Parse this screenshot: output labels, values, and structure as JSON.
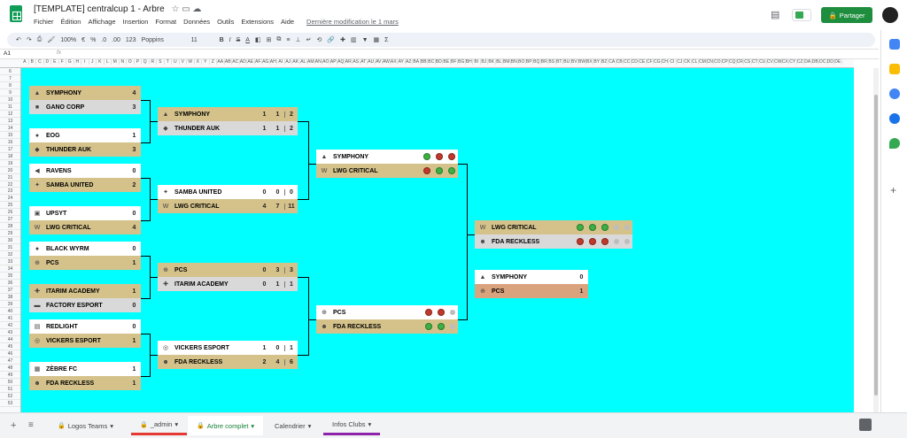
{
  "app": {
    "doc_title": "[TEMPLATE] centralcup 1 - Arbre",
    "menus": [
      "Fichier",
      "Édition",
      "Affichage",
      "Insertion",
      "Format",
      "Données",
      "Outils",
      "Extensions",
      "Aide"
    ],
    "last_modified": "Dernière modification le 1 mars",
    "share_label": "Partager"
  },
  "toolbar": {
    "zoom": "100%",
    "currency": "€",
    "percent": "%",
    "decimals_less": ".0",
    "decimals_more": ".00",
    "format": "123",
    "font": "Poppins",
    "size": "11",
    "bold": "B",
    "italic": "I",
    "strike": "S",
    "text_color": "A"
  },
  "formula": {
    "cell_ref": "A1",
    "fx": "fx"
  },
  "colors": {
    "canvas": "#00ffff",
    "gold": "#d4c28a",
    "grey": "#d9d9d9",
    "white": "#ffffff",
    "tan": "#d9a37e",
    "green": "#3cb043",
    "red": "#c0392b",
    "empty": "#bdbdbd"
  },
  "columns": [
    "A",
    "B",
    "C",
    "D",
    "E",
    "F",
    "G",
    "H",
    "I",
    "J",
    "K",
    "L",
    "M",
    "N",
    "O",
    "P",
    "Q",
    "R",
    "S",
    "T",
    "U",
    "V",
    "W",
    "X",
    "Y",
    "Z",
    "AA",
    "AB",
    "AC",
    "AD",
    "AE",
    "AF",
    "AG",
    "AH",
    "AI",
    "AJ",
    "AK",
    "AL",
    "AM",
    "AN",
    "AO",
    "AP",
    "AQ",
    "AR",
    "AS",
    "AT",
    "AU",
    "AV",
    "AW",
    "AX",
    "AY",
    "AZ",
    "BA",
    "BB",
    "BC",
    "BD",
    "BE",
    "BF",
    "BG",
    "BH",
    "BI",
    "BJ",
    "BK",
    "BL",
    "BM",
    "BN",
    "BO",
    "BP",
    "BQ",
    "BR",
    "BS",
    "BT",
    "BU",
    "BV",
    "BW",
    "BX",
    "BY",
    "BZ",
    "CA",
    "CB",
    "CC",
    "CD",
    "CE",
    "CF",
    "CG",
    "CH",
    "CI",
    "CJ",
    "CK",
    "CL",
    "CM",
    "CN",
    "CO",
    "CP",
    "CQ",
    "CR",
    "CS",
    "CT",
    "CU",
    "CV",
    "CW",
    "CX",
    "CY",
    "CZ",
    "DA",
    "DB",
    "DC",
    "DD",
    "DE"
  ],
  "rows": [
    "6",
    "7",
    "8",
    "9",
    "10",
    "11",
    "12",
    "13",
    "14",
    "15",
    "16",
    "17",
    "18",
    "19",
    "20",
    "21",
    "22",
    "23",
    "24",
    "25",
    "26",
    "27",
    "28",
    "29",
    "30",
    "31",
    "32",
    "33",
    "34",
    "35",
    "36",
    "37",
    "38",
    "39",
    "40",
    "41",
    "42",
    "43",
    "44",
    "45",
    "46",
    "47",
    "48",
    "49",
    "50",
    "51",
    "52",
    "53"
  ],
  "round1": [
    {
      "top": {
        "name": "SYMPHONY",
        "score": "4",
        "icon": "phoenix-icon",
        "glyph": "▲",
        "bg": "gold"
      },
      "bottom": {
        "name": "GANO CORP",
        "score": "3",
        "icon": "gano-icon",
        "glyph": "■",
        "bg": "grey"
      }
    },
    {
      "top": {
        "name": "EOG",
        "score": "1",
        "icon": "eog-icon",
        "glyph": "●",
        "bg": "white"
      },
      "bottom": {
        "name": "THUNDER AUK",
        "score": "3",
        "icon": "auk-icon",
        "glyph": "◆",
        "bg": "gold"
      }
    },
    {
      "top": {
        "name": "RAVENS",
        "score": "0",
        "icon": "raven-icon",
        "glyph": "◀",
        "bg": "white"
      },
      "bottom": {
        "name": "SAMBA UNITED",
        "score": "2",
        "icon": "samba-icon",
        "glyph": "✦",
        "bg": "gold"
      }
    },
    {
      "top": {
        "name": "UPSYT",
        "score": "0",
        "icon": "upsyt-icon",
        "glyph": "▣",
        "bg": "white"
      },
      "bottom": {
        "name": "LWG CRITICAL",
        "score": "4",
        "icon": "lwg-icon",
        "glyph": "W",
        "bg": "gold"
      }
    },
    {
      "top": {
        "name": "BLACK WYRM",
        "score": "0",
        "icon": "wyrm-icon",
        "glyph": "●",
        "bg": "white"
      },
      "bottom": {
        "name": "PCS",
        "score": "1",
        "icon": "pcs-icon",
        "glyph": "⊕",
        "bg": "gold"
      }
    },
    {
      "top": {
        "name": "ITARIM ACADEMY",
        "score": "1",
        "icon": "itarim-icon",
        "glyph": "✚",
        "bg": "gold"
      },
      "bottom": {
        "name": "FACTORY ESPORT",
        "score": "0",
        "icon": "factory-icon",
        "glyph": "▬",
        "bg": "grey"
      }
    },
    {
      "top": {
        "name": "REDLIGHT",
        "score": "0",
        "icon": "redlight-icon",
        "glyph": "▤",
        "bg": "white"
      },
      "bottom": {
        "name": "VICKERS ESPORT",
        "score": "1",
        "icon": "vickers-icon",
        "glyph": "◎",
        "bg": "gold"
      }
    },
    {
      "top": {
        "name": "ZÈBRE FC",
        "score": "1",
        "icon": "zebre-icon",
        "glyph": "▦",
        "bg": "white"
      },
      "bottom": {
        "name": "FDA RECKLESS",
        "score": "1",
        "icon": "fda-icon",
        "glyph": "☻",
        "bg": "gold"
      }
    }
  ],
  "round2": [
    {
      "top": {
        "name": "SYMPHONY",
        "scores": [
          "1",
          "1",
          "2"
        ],
        "icon": "phoenix-icon",
        "glyph": "▲",
        "bg": "gold"
      },
      "bottom": {
        "name": "THUNDER AUK",
        "scores": [
          "1",
          "1",
          "2"
        ],
        "icon": "auk-icon",
        "glyph": "◆",
        "bg": "grey"
      }
    },
    {
      "top": {
        "name": "SAMBA UNITED",
        "scores": [
          "0",
          "0",
          "0"
        ],
        "icon": "samba-icon",
        "glyph": "✦",
        "bg": "white"
      },
      "bottom": {
        "name": "LWG CRITICAL",
        "scores": [
          "4",
          "7",
          "11"
        ],
        "icon": "lwg-icon",
        "glyph": "W",
        "bg": "gold"
      }
    },
    {
      "top": {
        "name": "PCS",
        "scores": [
          "0",
          "3",
          "3"
        ],
        "icon": "pcs-icon",
        "glyph": "⊕",
        "bg": "gold"
      },
      "bottom": {
        "name": "ITARIM ACADEMY",
        "scores": [
          "0",
          "1",
          "1"
        ],
        "icon": "itarim-icon",
        "glyph": "✚",
        "bg": "grey"
      }
    },
    {
      "top": {
        "name": "VICKERS ESPORT",
        "scores": [
          "1",
          "0",
          "1"
        ],
        "icon": "vickers-icon",
        "glyph": "◎",
        "bg": "white"
      },
      "bottom": {
        "name": "FDA RECKLESS",
        "scores": [
          "2",
          "4",
          "6"
        ],
        "icon": "fda-icon",
        "glyph": "☻",
        "bg": "gold"
      }
    }
  ],
  "round3": [
    {
      "top": {
        "name": "SYMPHONY",
        "dots": [
          "green",
          "red",
          "red"
        ],
        "icon": "phoenix-icon",
        "glyph": "▲",
        "bg": "white"
      },
      "bottom": {
        "name": "LWG CRITICAL",
        "dots": [
          "red",
          "green",
          "green"
        ],
        "icon": "lwg-icon",
        "glyph": "W",
        "bg": "gold"
      }
    },
    {
      "top": {
        "name": "PCS",
        "dots": [
          "red",
          "red",
          "empty"
        ],
        "icon": "pcs-icon",
        "glyph": "⊕",
        "bg": "white"
      },
      "bottom": {
        "name": "FDA RECKLESS",
        "dots": [
          "green",
          "green",
          "empty"
        ],
        "icon": "fda-icon",
        "glyph": "☻",
        "bg": "gold"
      }
    }
  ],
  "final": {
    "top": {
      "name": "LWG CRITICAL",
      "dots": [
        "green",
        "green",
        "green",
        "empty",
        "empty"
      ],
      "icon": "lwg-icon",
      "glyph": "W",
      "bg": "gold"
    },
    "bottom": {
      "name": "FDA RECKLESS",
      "dots": [
        "red",
        "red",
        "red",
        "empty",
        "empty"
      ],
      "icon": "fda-icon",
      "glyph": "☻",
      "bg": "grey"
    }
  },
  "third": {
    "top": {
      "name": "SYMPHONY",
      "score": "0",
      "icon": "phoenix-icon",
      "glyph": "▲",
      "bg": "white"
    },
    "bottom": {
      "name": "PCS",
      "score": "1",
      "icon": "pcs-icon",
      "glyph": "⊕",
      "bg": "tan"
    }
  },
  "sheets": [
    {
      "label": "Logos Teams",
      "locked": true,
      "underline": ""
    },
    {
      "label": "_admin",
      "locked": true,
      "underline": "#e53935"
    },
    {
      "label": "Arbre complet",
      "locked": true,
      "underline": "",
      "active": true
    },
    {
      "label": "Calendrier",
      "locked": false,
      "underline": ""
    },
    {
      "label": "Infos Clubs",
      "locked": false,
      "underline": "#8e24aa"
    }
  ]
}
